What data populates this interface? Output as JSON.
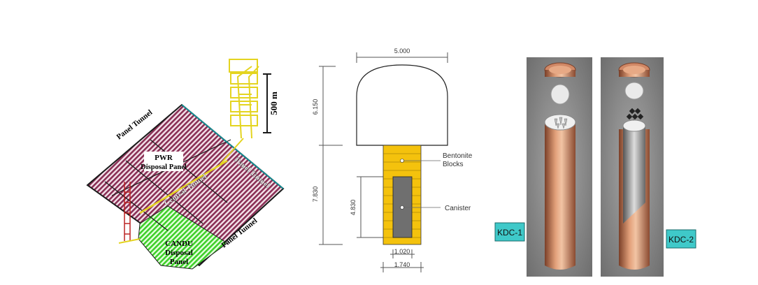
{
  "layout_diagram": {
    "labels": {
      "panel_tunnel_top": "Panel Tunnel",
      "panel_tunnel_right": "Panel Tunnel",
      "panel_tunnel_bottom": "Panel Tunnel",
      "central_tunnel": "Central Tunnel",
      "pwr_line1": "PWR",
      "pwr_line2": "Disposal Panel",
      "candu_line1": "CANDU",
      "candu_line2": "Disposal",
      "candu_line3": "Panel",
      "depth": "500 m"
    },
    "colors": {
      "pwr": "#8a2f55",
      "candu": "#3fcf2a",
      "shaft": "#e4d420",
      "outline": "#1a1a1a"
    }
  },
  "section_diagram": {
    "dims": {
      "top_width": "5.000",
      "tunnel_height": "6.150",
      "hole_depth": "7.830",
      "canister_height": "4.830",
      "canister_width": "1.020",
      "hole_width": "1.740"
    },
    "labels": {
      "bentonite_line1": "Bentonite",
      "bentonite_line2": "Blocks",
      "canister": "Canister"
    },
    "colors": {
      "bentonite": "#f4c20d",
      "canister": "#6f6f6f"
    }
  },
  "canisters": {
    "kdc1": {
      "label": "KDC-1"
    },
    "kdc2": {
      "label": "KDC-2"
    },
    "colors": {
      "copper": "#c27a58",
      "badge": "#3fc9c9",
      "ground": "#8e8e8e"
    }
  }
}
